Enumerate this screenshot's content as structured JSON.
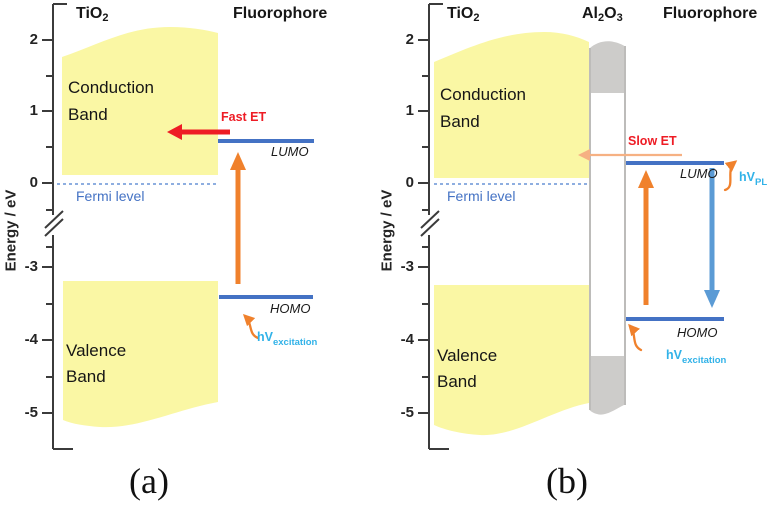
{
  "colors": {
    "band-yellow": "#FAF7A4",
    "level-blue": "#4472C4",
    "fermi-blue": "#7FA3DC",
    "orange": "#F0812C",
    "light-orange": "#F6B183",
    "red": "#EE1C25",
    "cyan": "#31B2E8",
    "gray-fill": "#CDCCCA",
    "gray-border": "#BDBCBA",
    "axis-dark": "#3B3B3B",
    "arrow-blue": "#5B9BD5",
    "text-dark": "#1A1A1A"
  },
  "axis": {
    "label": "Energy / eV",
    "ticks": [
      "2",
      "1",
      "0",
      "-3",
      "-4",
      "-5"
    ]
  },
  "panel_a": {
    "caption": "(a)",
    "tio2": {
      "text": "TiO",
      "sub": "2"
    },
    "fluorophore": "Fluorophore",
    "conduction_band": {
      "line1": "Conduction",
      "line2": "Band"
    },
    "valence_band": {
      "line1": "Valence",
      "line2": "Band"
    },
    "fermi_label": "Fermi level",
    "lumo_label": "LUMO",
    "homo_label": "HOMO",
    "fast_et_label": "Fast ET",
    "hv_excitation": {
      "text": "hV",
      "sub": "excitation"
    }
  },
  "panel_b": {
    "caption": "(b)",
    "tio2": {
      "text": "TiO",
      "sub": "2"
    },
    "al2o3": {
      "p1": "Al",
      "s1": "2",
      "p2": "O",
      "s2": "3"
    },
    "fluorophore": "Fluorophore",
    "conduction_band": {
      "line1": "Conduction",
      "line2": "Band"
    },
    "valence_band": {
      "line1": "Valence",
      "line2": "Band"
    },
    "fermi_label": "Fermi level",
    "lumo_label": "LUMO",
    "homo_label": "HOMO",
    "slow_et_label": "Slow ET",
    "hv_pl": {
      "text": "hV",
      "sub": "PL"
    },
    "hv_excitation": {
      "text": "hV",
      "sub": "excitation"
    }
  }
}
